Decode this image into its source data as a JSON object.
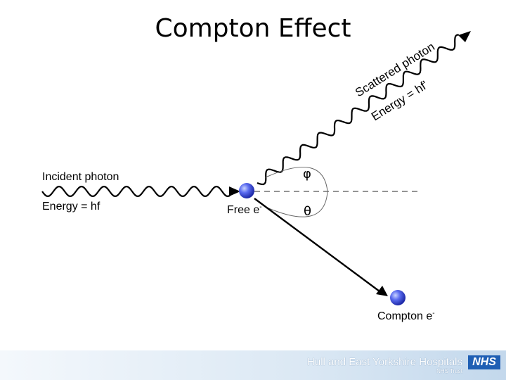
{
  "title": "Compton Effect",
  "diagram": {
    "incident_label": "Incident photon",
    "incident_energy": "Energy = hf",
    "free_electron": "Free e",
    "electron_superscript": "-",
    "scattered_label": "Scattered photon",
    "scattered_energy": "Energy = hf'",
    "phi": "φ",
    "theta": "θ",
    "compton_electron": "Compton e"
  },
  "footer": {
    "org": "Hull and East Yorkshire Hospitals",
    "sub": "NHS Trust",
    "logo": "NHS"
  },
  "colors": {
    "electron": "#3b4fe0",
    "logo_blue": "#1f5fb4"
  }
}
